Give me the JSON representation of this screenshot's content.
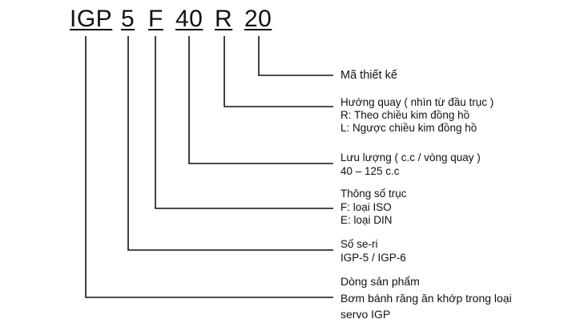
{
  "code": {
    "segments": [
      "IGP",
      "5",
      "F",
      "40",
      "R",
      "20"
    ]
  },
  "fields": {
    "design": {
      "title": "Mã thiết kế"
    },
    "rotation": {
      "title": "Hướng quay ( nhìn từ đầu trục )",
      "line1": "R: Theo chiều kim đồng hồ",
      "line2": "L: Ngược chiều kim đồng hồ"
    },
    "displacement": {
      "title": "Lưu lượng ( c.c / vòng quay )",
      "line1": "40 – 125 c.c"
    },
    "shaft": {
      "title": "Thông số trục",
      "line1": "F: loại ISO",
      "line2": "E: loại DIN"
    },
    "series": {
      "title": "Số se-ri",
      "line1": "IGP-5 / IGP-6"
    },
    "product": {
      "title": "Dòng sản phẩm",
      "line1": "Bơm bánh răng ăn khớp trong loại",
      "line2": "servo IGP"
    }
  }
}
